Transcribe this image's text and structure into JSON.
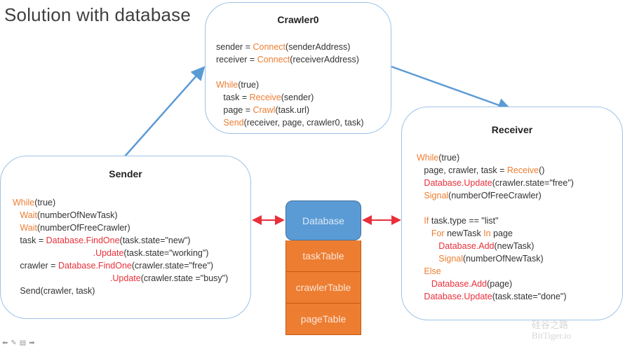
{
  "slide": {
    "title": "Solution with database"
  },
  "crawler": {
    "title": "Crawler0",
    "lines": [
      [
        {
          "t": "sender = ",
          "c": "plain"
        },
        {
          "t": "Connect",
          "c": "kw"
        },
        {
          "t": "(senderAddress)",
          "c": "plain"
        }
      ],
      [
        {
          "t": "receiver = ",
          "c": "plain"
        },
        {
          "t": "Connect",
          "c": "kw"
        },
        {
          "t": "(receiverAddress)",
          "c": "plain"
        }
      ],
      [],
      [
        {
          "t": "While",
          "c": "kw"
        },
        {
          "t": "(true)",
          "c": "plain"
        }
      ],
      [
        {
          "t": "   task = ",
          "c": "plain"
        },
        {
          "t": "Receive",
          "c": "kw"
        },
        {
          "t": "(sender)",
          "c": "plain"
        }
      ],
      [
        {
          "t": "   page = ",
          "c": "plain"
        },
        {
          "t": "Crawl",
          "c": "kw"
        },
        {
          "t": "(task.url)",
          "c": "plain"
        }
      ],
      [
        {
          "t": "   ",
          "c": "plain"
        },
        {
          "t": "Send",
          "c": "kw"
        },
        {
          "t": "(receiver, page, crawler0, task)",
          "c": "plain"
        }
      ]
    ]
  },
  "sender": {
    "title": "Sender",
    "lines": [
      [
        {
          "t": "While",
          "c": "kw"
        },
        {
          "t": "(true)",
          "c": "plain"
        }
      ],
      [
        {
          "t": "   ",
          "c": "plain"
        },
        {
          "t": "Wait",
          "c": "kw"
        },
        {
          "t": "(numberOfNewTask)",
          "c": "plain"
        }
      ],
      [
        {
          "t": "   ",
          "c": "plain"
        },
        {
          "t": "Wait",
          "c": "kw"
        },
        {
          "t": "(numberOfFreeCrawler)",
          "c": "plain"
        }
      ],
      [
        {
          "t": "   task = ",
          "c": "plain"
        },
        {
          "t": "Database.FindOne",
          "c": "db"
        },
        {
          "t": "(task.state=\"new\")",
          "c": "plain"
        }
      ],
      [
        {
          "t": "                                 ",
          "c": "plain"
        },
        {
          "t": ".Update",
          "c": "db"
        },
        {
          "t": "(task.state=\"working\")",
          "c": "plain"
        }
      ],
      [
        {
          "t": "   crawler = ",
          "c": "plain"
        },
        {
          "t": "Database.FindOne",
          "c": "db"
        },
        {
          "t": "(crawler.state=\"free\")",
          "c": "plain"
        }
      ],
      [
        {
          "t": "                                        ",
          "c": "plain"
        },
        {
          "t": ".Update",
          "c": "db"
        },
        {
          "t": "(crawler.state =\"busy\")",
          "c": "plain"
        }
      ],
      [
        {
          "t": "   Send(crawler, task)",
          "c": "plain"
        }
      ]
    ]
  },
  "receiver": {
    "title": "Receiver",
    "lines": [
      [
        {
          "t": "While",
          "c": "kw"
        },
        {
          "t": "(true)",
          "c": "plain"
        }
      ],
      [
        {
          "t": "   page, crawler, task = ",
          "c": "plain"
        },
        {
          "t": "Receive",
          "c": "kw"
        },
        {
          "t": "()",
          "c": "plain"
        }
      ],
      [
        {
          "t": "   ",
          "c": "plain"
        },
        {
          "t": "Database.Update",
          "c": "db"
        },
        {
          "t": "(crawler.state=\"free\")",
          "c": "plain"
        }
      ],
      [
        {
          "t": "   ",
          "c": "plain"
        },
        {
          "t": "Signal",
          "c": "kw"
        },
        {
          "t": "(numberOfFreeCrawler)",
          "c": "plain"
        }
      ],
      [],
      [
        {
          "t": "   ",
          "c": "plain"
        },
        {
          "t": "If",
          "c": "kw"
        },
        {
          "t": " task.type == \"list\"",
          "c": "plain"
        }
      ],
      [
        {
          "t": "      ",
          "c": "plain"
        },
        {
          "t": "For",
          "c": "kw"
        },
        {
          "t": " newTask ",
          "c": "plain"
        },
        {
          "t": "In",
          "c": "kw"
        },
        {
          "t": " page",
          "c": "plain"
        }
      ],
      [
        {
          "t": "         ",
          "c": "plain"
        },
        {
          "t": "Database.Add",
          "c": "db"
        },
        {
          "t": "(newTask)",
          "c": "plain"
        }
      ],
      [
        {
          "t": "         ",
          "c": "plain"
        },
        {
          "t": "Signal",
          "c": "kw"
        },
        {
          "t": "(numberOfNewTask)",
          "c": "plain"
        }
      ],
      [
        {
          "t": "   ",
          "c": "plain"
        },
        {
          "t": "Else",
          "c": "kw"
        }
      ],
      [
        {
          "t": "      ",
          "c": "plain"
        },
        {
          "t": "Database.Add",
          "c": "db"
        },
        {
          "t": "(page)",
          "c": "plain"
        }
      ],
      [
        {
          "t": "   ",
          "c": "plain"
        },
        {
          "t": "Database.Update",
          "c": "db"
        },
        {
          "t": "(task.state=\"done\")",
          "c": "plain"
        }
      ]
    ]
  },
  "database": {
    "label": "Database",
    "tables": [
      "taskTable",
      "crawlerTable",
      "pageTable"
    ]
  },
  "colors": {
    "box_border": "#9dc3e6",
    "arrow_blue": "#5b9bd5",
    "arrow_red": "#e8303a",
    "keyword": "#ed7d31",
    "db_call": "#e8303a",
    "db_head": "#5b9bd5",
    "db_table": "#ed7d31"
  },
  "toolbar": {
    "icons": [
      "prev-arrow-icon",
      "pen-icon",
      "slide-menu-icon",
      "next-arrow-icon"
    ]
  },
  "watermark": {
    "line1": "硅谷之路",
    "line2": "BitTiger.io"
  }
}
